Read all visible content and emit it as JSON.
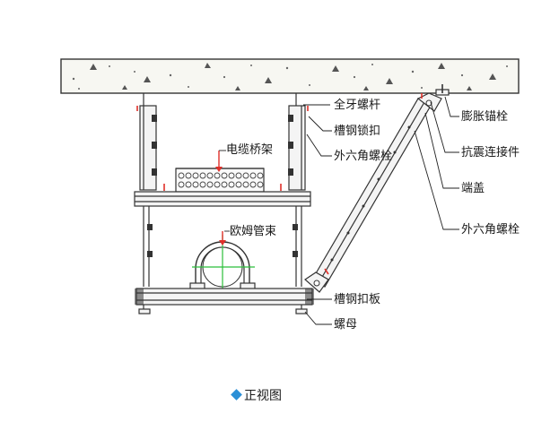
{
  "labels": {
    "threaded_rod": "全牙螺杆",
    "channel_lock": "槽钢锁扣",
    "hex_bolt_left": "外六角螺栓",
    "cable_tray": "电缆桥架",
    "ohm_clamp": "欧姆管束",
    "channel_plate": "槽钢扣板",
    "nut": "螺母",
    "expansion_anchor": "膨胀锚栓",
    "seismic_connector": "抗震连接件",
    "end_cap": "端盖",
    "hex_bolt_right": "外六角螺栓"
  },
  "caption": {
    "text": "正视图",
    "marker_color": "#2a8fd6"
  },
  "colors": {
    "outline": "#333333",
    "concrete_fill": "#f7f7f2",
    "red_marker": "#e0302a",
    "centerline": "#2bbf3a"
  }
}
